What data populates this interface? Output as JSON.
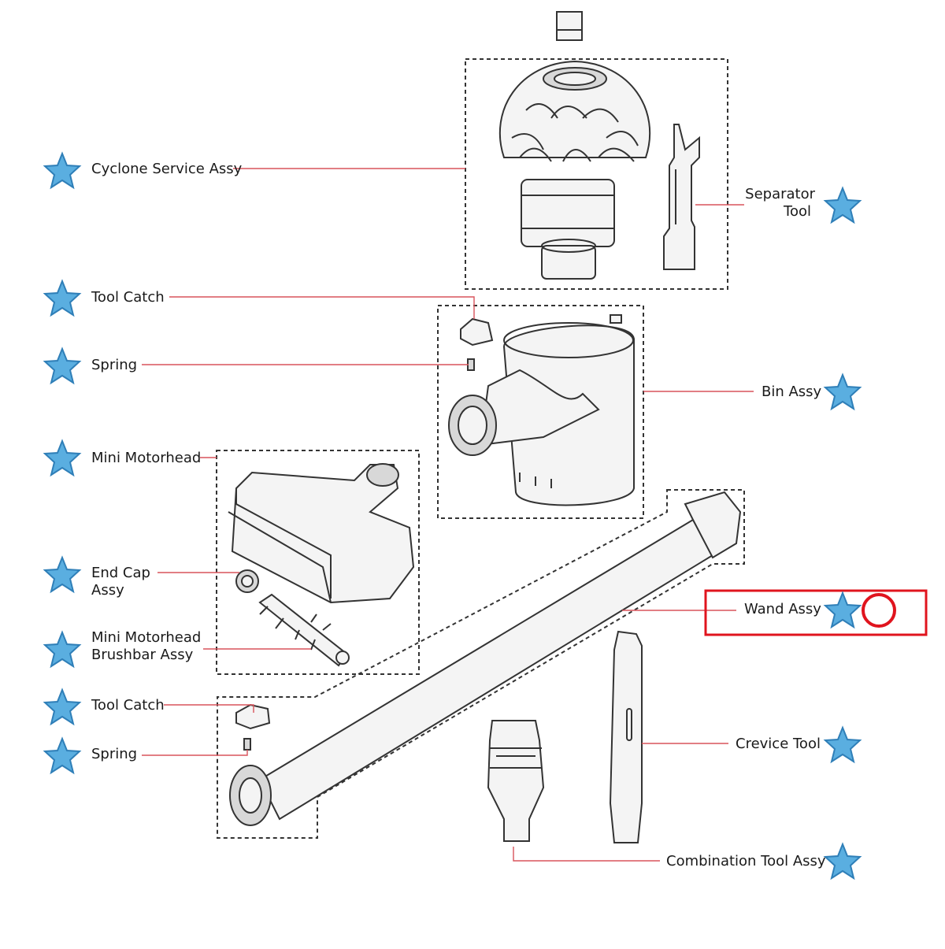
{
  "labels": {
    "cyclone": "Cyclone Service Assy",
    "separator_1": "Separator",
    "separator_2": "Tool",
    "tool_catch_1": "Tool Catch",
    "spring_1": "Spring",
    "bin": "Bin Assy",
    "mini_motorhead": "Mini Motorhead",
    "end_cap_1": "End Cap",
    "end_cap_2": "Assy",
    "brushbar_1": "Mini Motorhead",
    "brushbar_2": "Brushbar Assy",
    "tool_catch_2": "Tool Catch",
    "spring_2": "Spring",
    "wand": "Wand Assy",
    "crevice": "Crevice Tool",
    "combination": "Combination Tool Assy"
  },
  "colors": {
    "star_fill": "#5aaee0",
    "star_stroke": "#2f7fb8",
    "leader": "#d9535b",
    "highlight": "#e0141e"
  },
  "icons": {
    "star": "star-icon",
    "highlight_circle": "circle-icon"
  }
}
